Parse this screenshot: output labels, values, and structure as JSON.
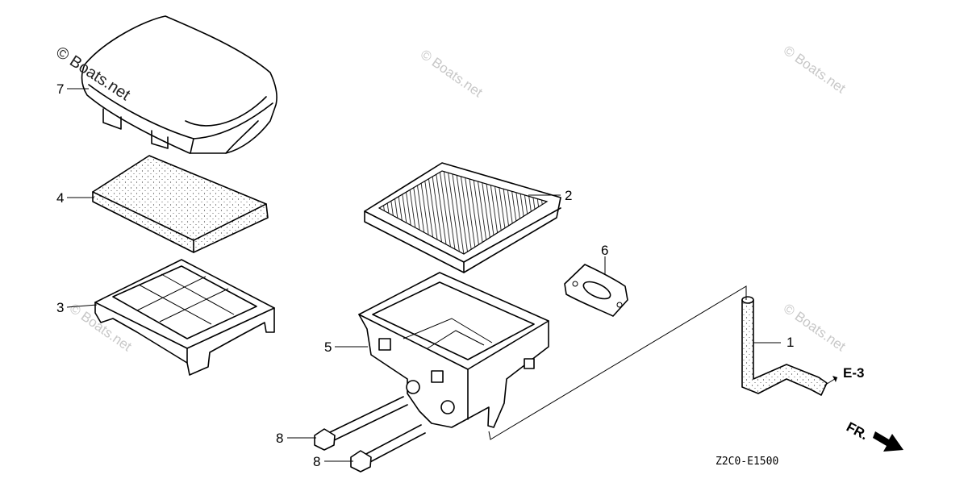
{
  "watermarks": {
    "primary": "© Boats.net",
    "repeat": "© Boats.net"
  },
  "callouts": [
    "1",
    "2",
    "3",
    "4",
    "5",
    "6",
    "7",
    "8",
    "8"
  ],
  "references": {
    "e3": "E-3",
    "front": "FR."
  },
  "diagram_code": "Z2C0-E1500"
}
